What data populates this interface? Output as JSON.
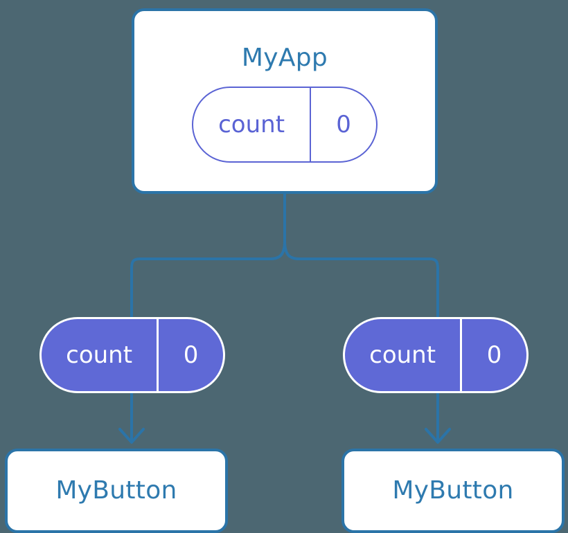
{
  "diagram": {
    "title_semantic": "react-props-drilling-tree",
    "background_color": "#4c6772",
    "wire_color": "#2b74a8",
    "component_border_color": "#2b74a8",
    "component_text_color": "#2e7aaf",
    "state_outline_color": "#5a63d4",
    "state_fill_color": "#5f69d6",
    "state_text_color_solid": "#ffffff"
  },
  "root": {
    "label": "MyApp",
    "state": {
      "key": "count",
      "value": "0"
    }
  },
  "props": [
    {
      "key": "count",
      "value": "0",
      "side": "left"
    },
    {
      "key": "count",
      "value": "0",
      "side": "right"
    }
  ],
  "children": [
    {
      "label": "MyButton",
      "side": "left"
    },
    {
      "label": "MyButton",
      "side": "right"
    }
  ]
}
